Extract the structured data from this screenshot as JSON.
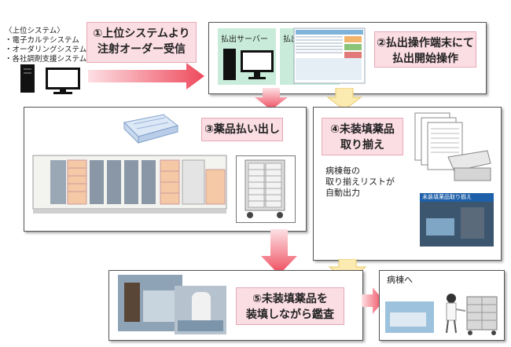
{
  "upper_system": {
    "title": "〈上位システム〉",
    "items": [
      "・電子カルテシステム",
      "・オーダリングシステム",
      "・各社調剤支援システム"
    ]
  },
  "step1": {
    "line1": "①上位システムより",
    "line2": "注射オーダー受信"
  },
  "step2": {
    "server_label": "払出サーバー",
    "terminal_label": "払出操作端末",
    "line1": "②払出操作端末にて",
    "line2": "払出開始操作"
  },
  "step3": {
    "label": "③薬品払い出し"
  },
  "step4": {
    "line1": "④未装填薬品",
    "line2": "取り揃え",
    "note": [
      "病棟毎の",
      "取り揃えリストが",
      "自動出力"
    ],
    "photo_caption": "未装填薬品取り揃え"
  },
  "step5": {
    "line1": "⑤未装填薬品を",
    "line2": "装填しながら鑑査"
  },
  "ward": {
    "label": "病棟へ"
  },
  "colors": {
    "pink_box": "#fbdde4",
    "red_arrow": "#f0606e",
    "yellow_arrow": "#fcebb0"
  }
}
